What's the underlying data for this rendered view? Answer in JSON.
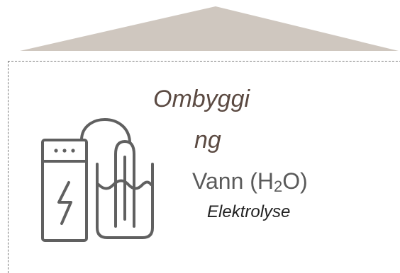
{
  "title": {
    "line1": "Ombyggi",
    "line2": "ng"
  },
  "formula": {
    "prefix": "Vann (H",
    "subscript": "2",
    "suffix": "O)"
  },
  "process_label": "Elektrolyse",
  "icon": {
    "name": "electrolyzer-icon"
  },
  "colors": {
    "roof": "#cfc7bf",
    "frame": "#7a7a7a",
    "title": "#5b4a42",
    "icon": "#606060",
    "formula": "#5a5a5a",
    "process": "#222222"
  }
}
